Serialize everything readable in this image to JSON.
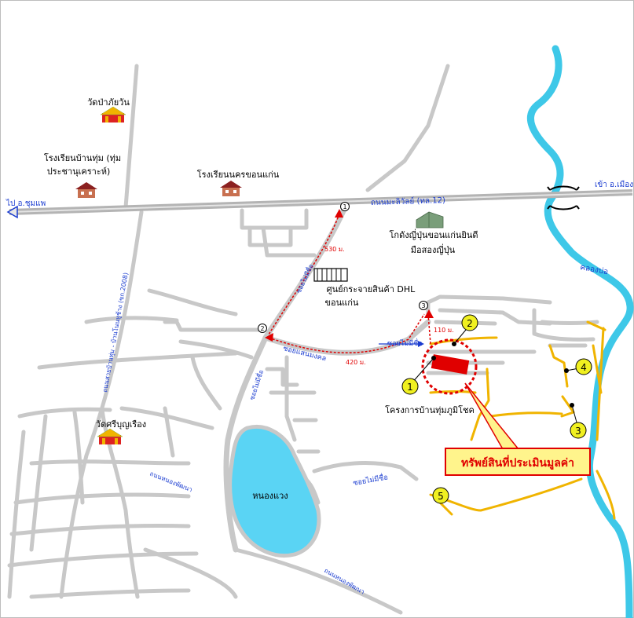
{
  "places": {
    "wat_pa_phai_wan": "วัดป่าภัยวัน",
    "school_ban_thum": "โรงเรียนบ้านทุ่ม (ทุ่ม",
    "school_ban_thum_2": "ประชานุเคราะห์)",
    "school_nakhon": "โรงเรียนนครขอนแก่น",
    "warehouse_1": "โกดังญี่ปุ่นขอนแก่นยินดี",
    "warehouse_2": "มือสองญี่ปุ่น",
    "dhl_1": "ศูนย์กระจายสินค้า DHL",
    "dhl_2": "ขอนแก่น",
    "wat_si_bun_rueang": "วัดศรีบุญเรือง",
    "nong_waeng": "หนองแวง",
    "project": "โครงการบ้านทุ่มภูมิโชค"
  },
  "roads": {
    "highway": "ถนนมะลิวัลย์ (ทล.12)",
    "to_chumphae": "ไป อ.ชุมแพ",
    "to_city": "เข้า อ.เมือง",
    "canal": "คลองบ่อ",
    "soi_mai_mi_chue_1": "ซอยไม่มีชื่อ",
    "soi_mai_mi_chue_2": "ซอยไม่มีชื่อ",
    "soi_mai_mi_chue_3": "ซอยไม่มีชื่อ",
    "soi_mai_mi_chue_4": "ซอยไม่มีชื่อ",
    "soi_saen_mongkhon": "ซอยแสนมงคล",
    "road_ban_thum": "ถนนสายบ้านทุ่ม - บ้านโนนหูช้าง (ขก.2008)",
    "nong_phatthana_1": "ถนนหนองพัฒนา",
    "nong_phatthana_2": "ถนนหนองพัฒนา"
  },
  "distances": {
    "d1": "530 ม.",
    "d2": "420 ม.",
    "d3": "110 ม."
  },
  "waypoints": [
    "1",
    "2",
    "3"
  ],
  "comparables": [
    "1",
    "2",
    "3",
    "4",
    "5"
  ],
  "callout": "ทรัพย์สินที่ประเมินมูลค่า",
  "colors": {
    "road": "#c8c8c8",
    "highway": "#b4b4b4",
    "river": "#3ec8e8",
    "lake": "#5ad4f4",
    "comp_road": "#f0b400",
    "route": "#e00000",
    "label_blue": "#1a3cd0",
    "marker": "#f0f020",
    "callout_bg": "#fff48c",
    "callout_border": "#e00000"
  }
}
